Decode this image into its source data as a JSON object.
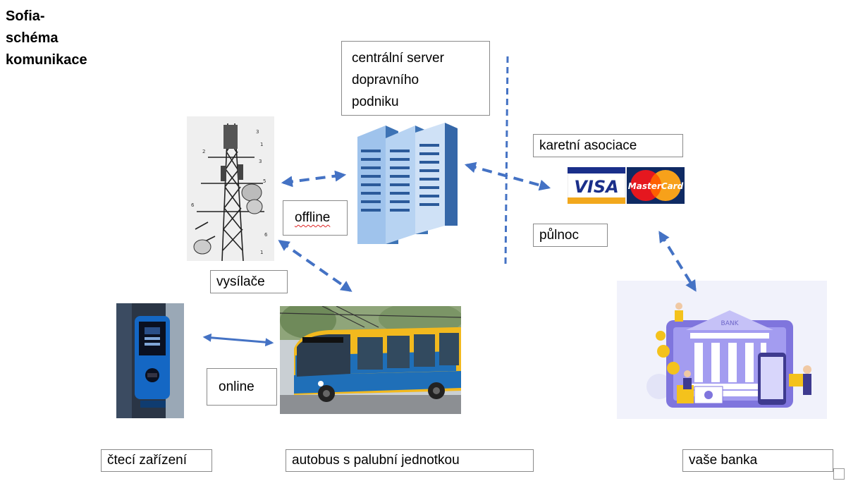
{
  "diagram": {
    "title": "Sofia-\nschéma\nkomunikace",
    "labels": {
      "server": "centrální server\ndopravního\npodniku",
      "card_association": "karetní asociace",
      "midnight": "půlnoc",
      "offline": "offline",
      "towers": "vysílače",
      "online": "online",
      "reader": "čtecí zařízení",
      "bus": "autobus s palubní jednotkou",
      "bank": "vaše banka"
    },
    "logos": {
      "visa": "VISA",
      "mastercard": "MasterCard",
      "bank_sign": "BANK"
    },
    "colors": {
      "arrow": "#4472c4",
      "bus_yellow": "#f2b91e",
      "bus_blue": "#1f6fb8",
      "server_blue": "#3d73b5",
      "visa_blue": "#1a2f8a",
      "mastercard_red": "#e5171f",
      "mastercard_orange": "#f7a11a",
      "bank_purple": "#7f75dd"
    },
    "icons": [
      "tower-icon",
      "server-icon",
      "card-logos-icon",
      "bank-icon",
      "reader-icon",
      "bus-icon"
    ]
  }
}
